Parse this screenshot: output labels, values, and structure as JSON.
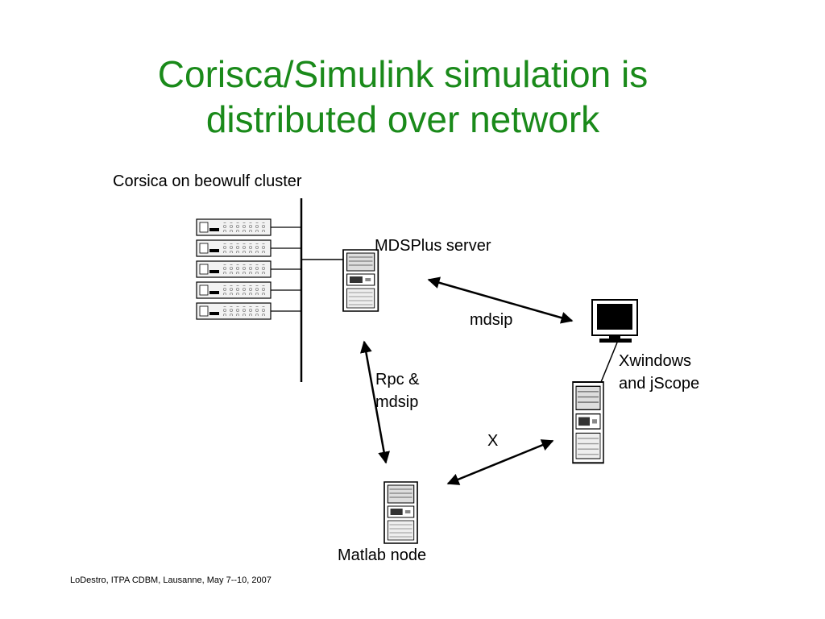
{
  "slide": {
    "title_line1": "Corisca/Simulink simulation is",
    "title_line2": "distributed over network",
    "footer": "LoDestro, ITPA CDBM, Lausanne, May 7--10, 2007"
  },
  "diagram": {
    "nodes": {
      "cluster": "Corsica on beowulf cluster",
      "mdsplus": "MDSPlus server",
      "workstation_line1": "Xwindows",
      "workstation_line2": "and jScope",
      "matlab": "Matlab node"
    },
    "edges": {
      "server_workstation": "mdsip",
      "server_matlab_line1": "Rpc &",
      "server_matlab_line2": "mdsip",
      "matlab_workstation": "X"
    },
    "icons": {
      "cluster": "server-rack-icon",
      "mdsplus": "tower-computer-icon",
      "monitor": "monitor-icon",
      "workstation": "tower-computer-icon",
      "matlab": "tower-computer-icon"
    }
  }
}
